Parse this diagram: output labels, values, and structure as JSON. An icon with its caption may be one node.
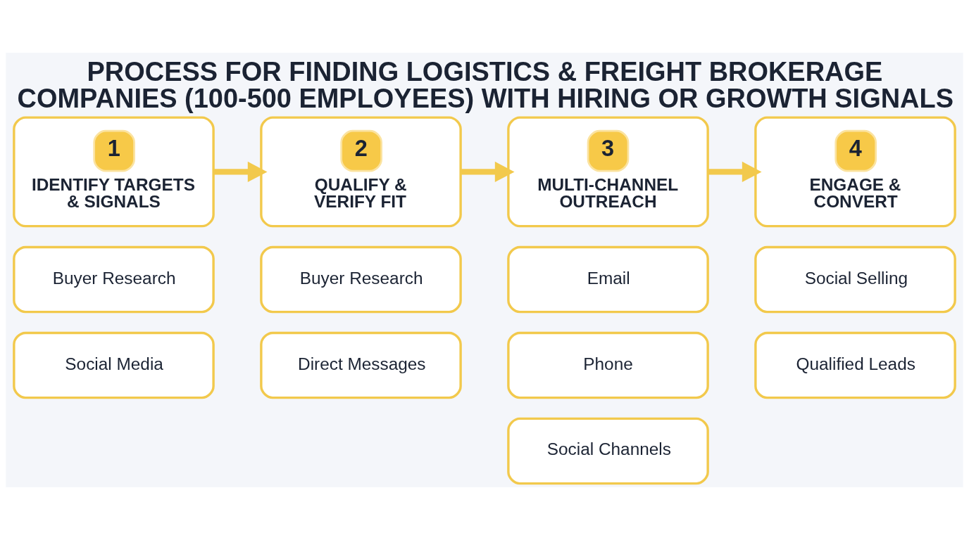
{
  "diagram": {
    "title": "PROCESS FOR FINDING LOGISTICS & FREIGHT BROKERAGE COMPANIES (100-500 EMPLOYEES) WITH HIRING OR GROWTH SIGNALS",
    "nodes": [
      {
        "text": [
          "1",
          "IDENTIFY TARGETS & SIGNALS"
        ]
      },
      {
        "text": [
          "Buyer Research"
        ]
      },
      {
        "text": [
          "Social Media"
        ]
      },
      {
        "text": [
          "2",
          "QUALIFY & VERIFY FIT"
        ]
      },
      {
        "text": [
          "Buyer Research"
        ]
      },
      {
        "text": [
          "Direct Messages"
        ]
      },
      {
        "text": [
          "3",
          "MULTI-CHANNEL OUTREACH"
        ]
      },
      {
        "text": [
          "Email"
        ]
      },
      {
        "text": [
          "Phone"
        ]
      },
      {
        "text": [
          "Social Channels"
        ]
      },
      {
        "text": [
          "4",
          "ENGAGE & CONVERT"
        ]
      },
      {
        "text": [
          "Social Selling"
        ]
      },
      {
        "text": [
          "Qualified Leads"
        ]
      }
    ],
    "edges": [
      {
        "from": 0,
        "to": 3,
        "arrow": "to"
      },
      {
        "from": 3,
        "to": 6,
        "arrow": "to"
      },
      {
        "from": 6,
        "to": 10,
        "arrow": "to"
      }
    ]
  }
}
